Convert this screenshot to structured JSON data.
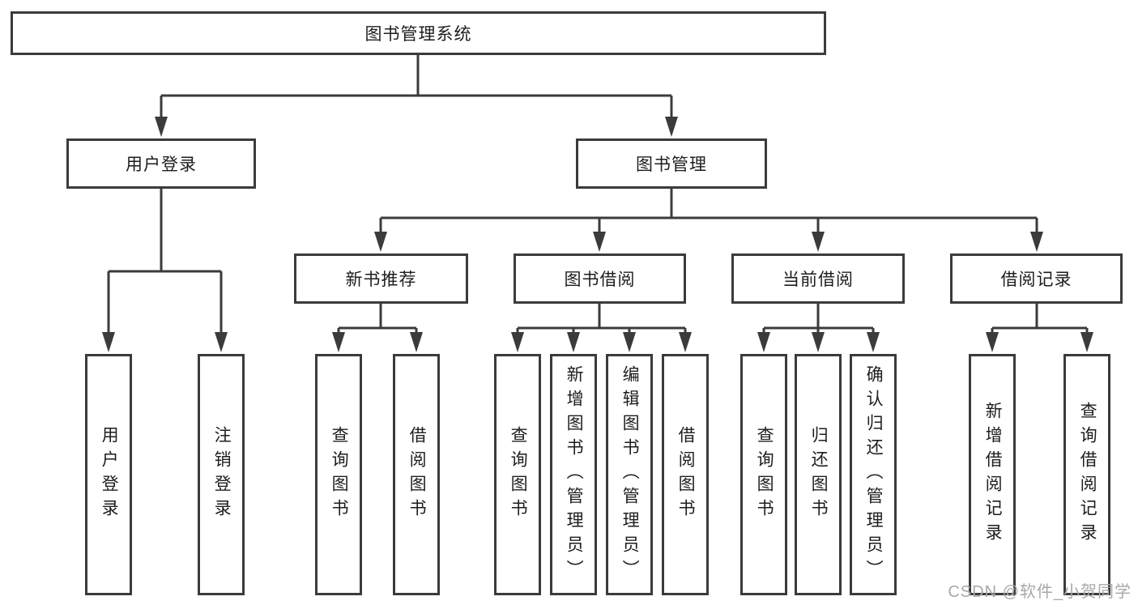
{
  "colors": {
    "line": "#3b3b3b",
    "text": "#1d1d1d",
    "watermark": "#a8a8a8",
    "background": "#ffffff",
    "box_fill": "#ffffff"
  },
  "watermark": "CSDN @软件_小贺同学",
  "tree": {
    "label": "图书管理系统",
    "children": [
      {
        "label": "用户登录",
        "children": [
          {
            "label": "用户登录"
          },
          {
            "label": "注销登录"
          }
        ]
      },
      {
        "label": "图书管理",
        "children": [
          {
            "label": "新书推荐",
            "children": [
              {
                "label": "查询图书"
              },
              {
                "label": "借阅图书"
              }
            ]
          },
          {
            "label": "图书借阅",
            "children": [
              {
                "label": "查询图书"
              },
              {
                "label": "新增图书（管理员）"
              },
              {
                "label": "编辑图书（管理员）"
              },
              {
                "label": "借阅图书"
              }
            ]
          },
          {
            "label": "当前借阅",
            "children": [
              {
                "label": "查询图书"
              },
              {
                "label": "归还图书"
              },
              {
                "label": "确认归还（管理员）"
              }
            ]
          },
          {
            "label": "借阅记录",
            "children": [
              {
                "label": "新增借阅记录"
              },
              {
                "label": "查询借阅记录"
              }
            ]
          }
        ]
      }
    ]
  }
}
